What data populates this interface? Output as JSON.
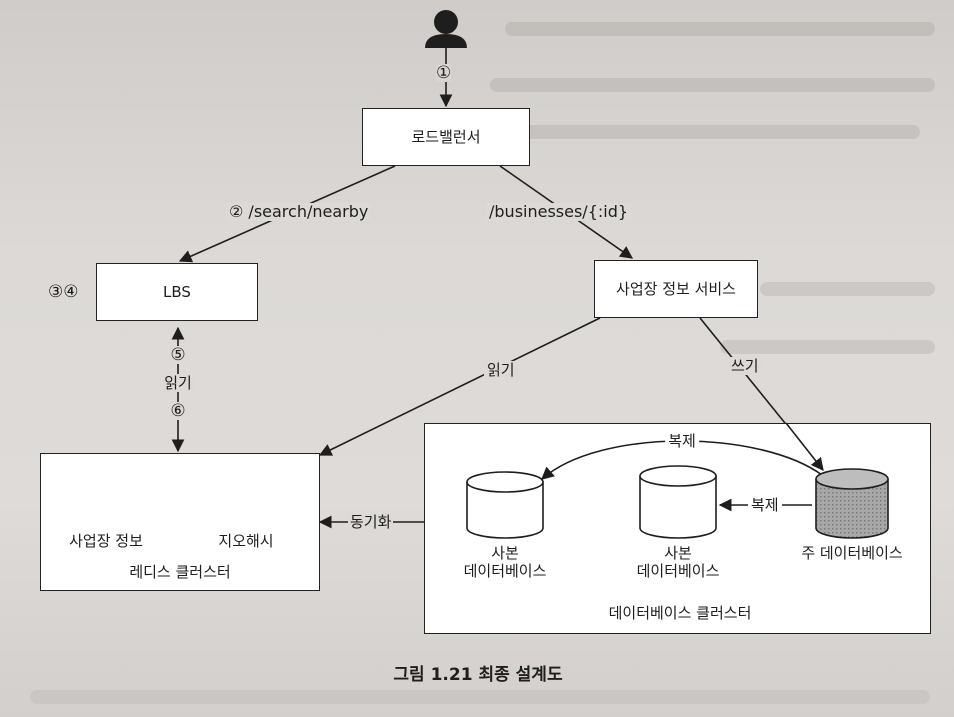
{
  "nodes": {
    "load_balancer": "로드밸런서",
    "lbs": "LBS",
    "business_service": "사업장 정보 서비스",
    "redis_cluster": "레디스 클러스터",
    "redis_business_info": "사업장 정보",
    "redis_geohash": "지오해시",
    "db_cluster": "데이터베이스 클러스터",
    "replica_db_1": "사본\n데이터베이스",
    "replica_db_2": "사본\n데이터베이스",
    "primary_db": "주 데이터베이스"
  },
  "edges": {
    "user_to_lb": "①",
    "search_nearby": "② /search/nearby",
    "businesses_id": "/businesses/{:id}",
    "lbs_steps": "③④",
    "redis_step5": "⑤",
    "redis_read": "읽기",
    "redis_step6": "⑥",
    "service_read": "읽기",
    "service_write": "쓰기",
    "replicate_top": "복제",
    "replicate_mid": "복제",
    "sync": "동기화"
  },
  "caption": "그림 1.21 최종 설계도",
  "colors": {
    "line": "#1e1e1e",
    "box_fill": "#ffffff",
    "page": "#d9d6d3",
    "primary_db_fill": "#9a9a9a"
  }
}
